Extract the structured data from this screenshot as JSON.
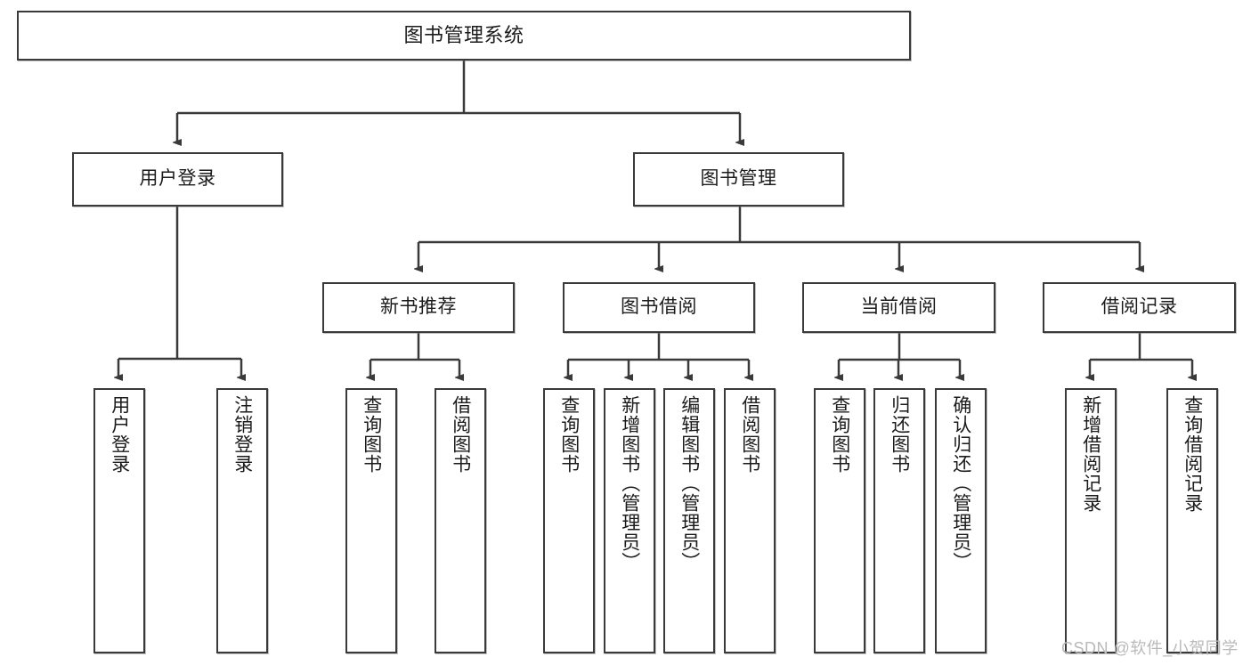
{
  "diagram": {
    "type": "tree-hierarchy",
    "title": "图书管理系统",
    "root": {
      "label": "图书管理系统"
    },
    "level2": [
      {
        "label": "用户登录"
      },
      {
        "label": "图书管理"
      }
    ],
    "level3": [
      {
        "label": "新书推荐"
      },
      {
        "label": "图书借阅"
      },
      {
        "label": "当前借阅"
      },
      {
        "label": "借阅记录"
      }
    ],
    "leaves": {
      "user_login": [
        {
          "label": "用户登录"
        },
        {
          "label": "注销登录"
        }
      ],
      "new_book_recommend": [
        {
          "label": "查询图书"
        },
        {
          "label": "借阅图书"
        }
      ],
      "book_borrow": [
        {
          "label": "查询图书"
        },
        {
          "label": "新增图书（管理员）"
        },
        {
          "label": "编辑图书（管理员）"
        },
        {
          "label": "借阅图书"
        }
      ],
      "current_borrow": [
        {
          "label": "查询图书"
        },
        {
          "label": "归还图书"
        },
        {
          "label": "确认归还（管理员）"
        }
      ],
      "borrow_record": [
        {
          "label": "新增借阅记录"
        },
        {
          "label": "查询借阅记录"
        }
      ]
    }
  },
  "watermark": {
    "text": "CSDN @软件_小贺同学"
  },
  "colors": {
    "border": "#3a3a3a",
    "text": "#1b1b1b",
    "background": "#ffffff",
    "watermark": "#b9b9b9"
  }
}
